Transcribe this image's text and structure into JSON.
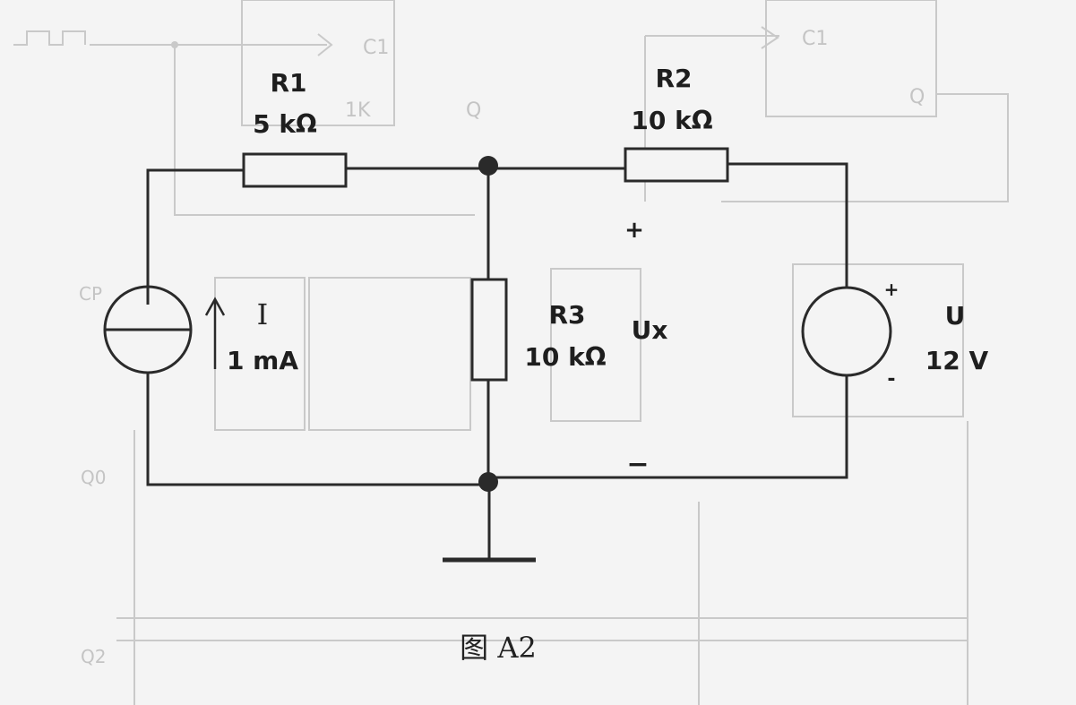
{
  "components": {
    "r1": {
      "name": "R1",
      "value": "5 kΩ"
    },
    "r2": {
      "name": "R2",
      "value": "10 kΩ"
    },
    "r3": {
      "name": "R3",
      "value": "10 kΩ"
    },
    "current_source": {
      "name": "I",
      "value": "1 mA"
    },
    "voltage_source": {
      "name": "U",
      "value": "12 V",
      "plus": "+",
      "minus": "-"
    },
    "ux": {
      "name": "Ux",
      "plus": "+",
      "minus": "−"
    }
  },
  "caption": "图 A2",
  "background_ghost": {
    "labels": [
      "C1",
      "1K",
      "Q",
      "C1",
      "Q",
      "CP",
      "Q0",
      "Q2"
    ]
  }
}
